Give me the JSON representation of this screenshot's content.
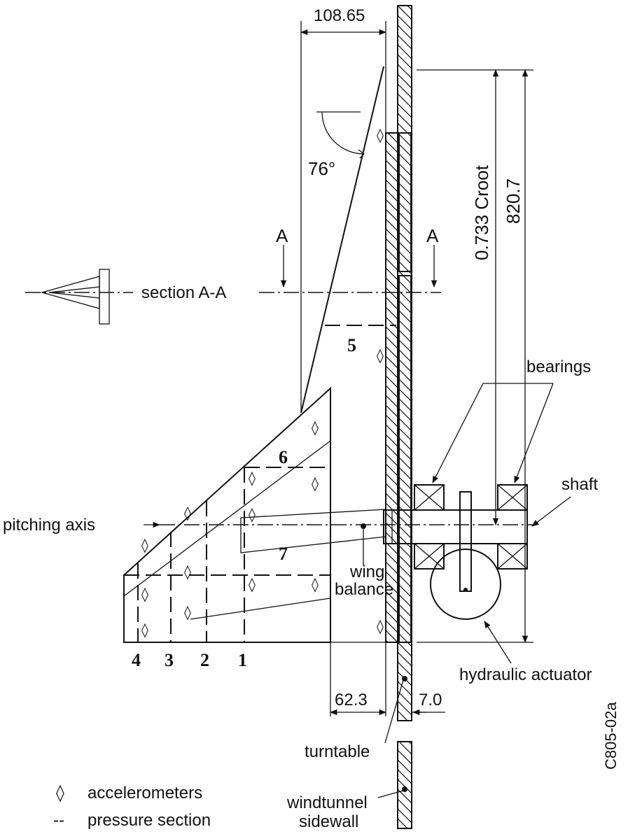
{
  "dimensions": {
    "top_width": "108.65",
    "croot_ratio": "0.733 Croot",
    "height_total": "820.7",
    "sweep_angle": "76°",
    "gap_wing_wall": "62.3",
    "gap_wall_turntable": "7.0"
  },
  "section": {
    "marker_left": "A",
    "marker_right": "A",
    "label": "section A-A"
  },
  "pressure_sections": [
    "4",
    "3",
    "2",
    "1",
    "5",
    "6",
    "7"
  ],
  "components": {
    "bearings": "bearings",
    "shaft": "shaft",
    "pitching_axis": "pitching axis",
    "wing_balance_line1": "wing",
    "wing_balance_line2": "balance",
    "hydraulic_actuator": "hydraulic actuator",
    "turntable": "turntable",
    "windtunnel_line1": "windtunnel",
    "windtunnel_line2": "sidewall"
  },
  "legend": {
    "accelerometer_symbol": "◊",
    "accelerometers": "accelerometers",
    "pressure_symbol": "--",
    "pressure_section": "pressure section"
  },
  "figure_code": "C805-02a"
}
